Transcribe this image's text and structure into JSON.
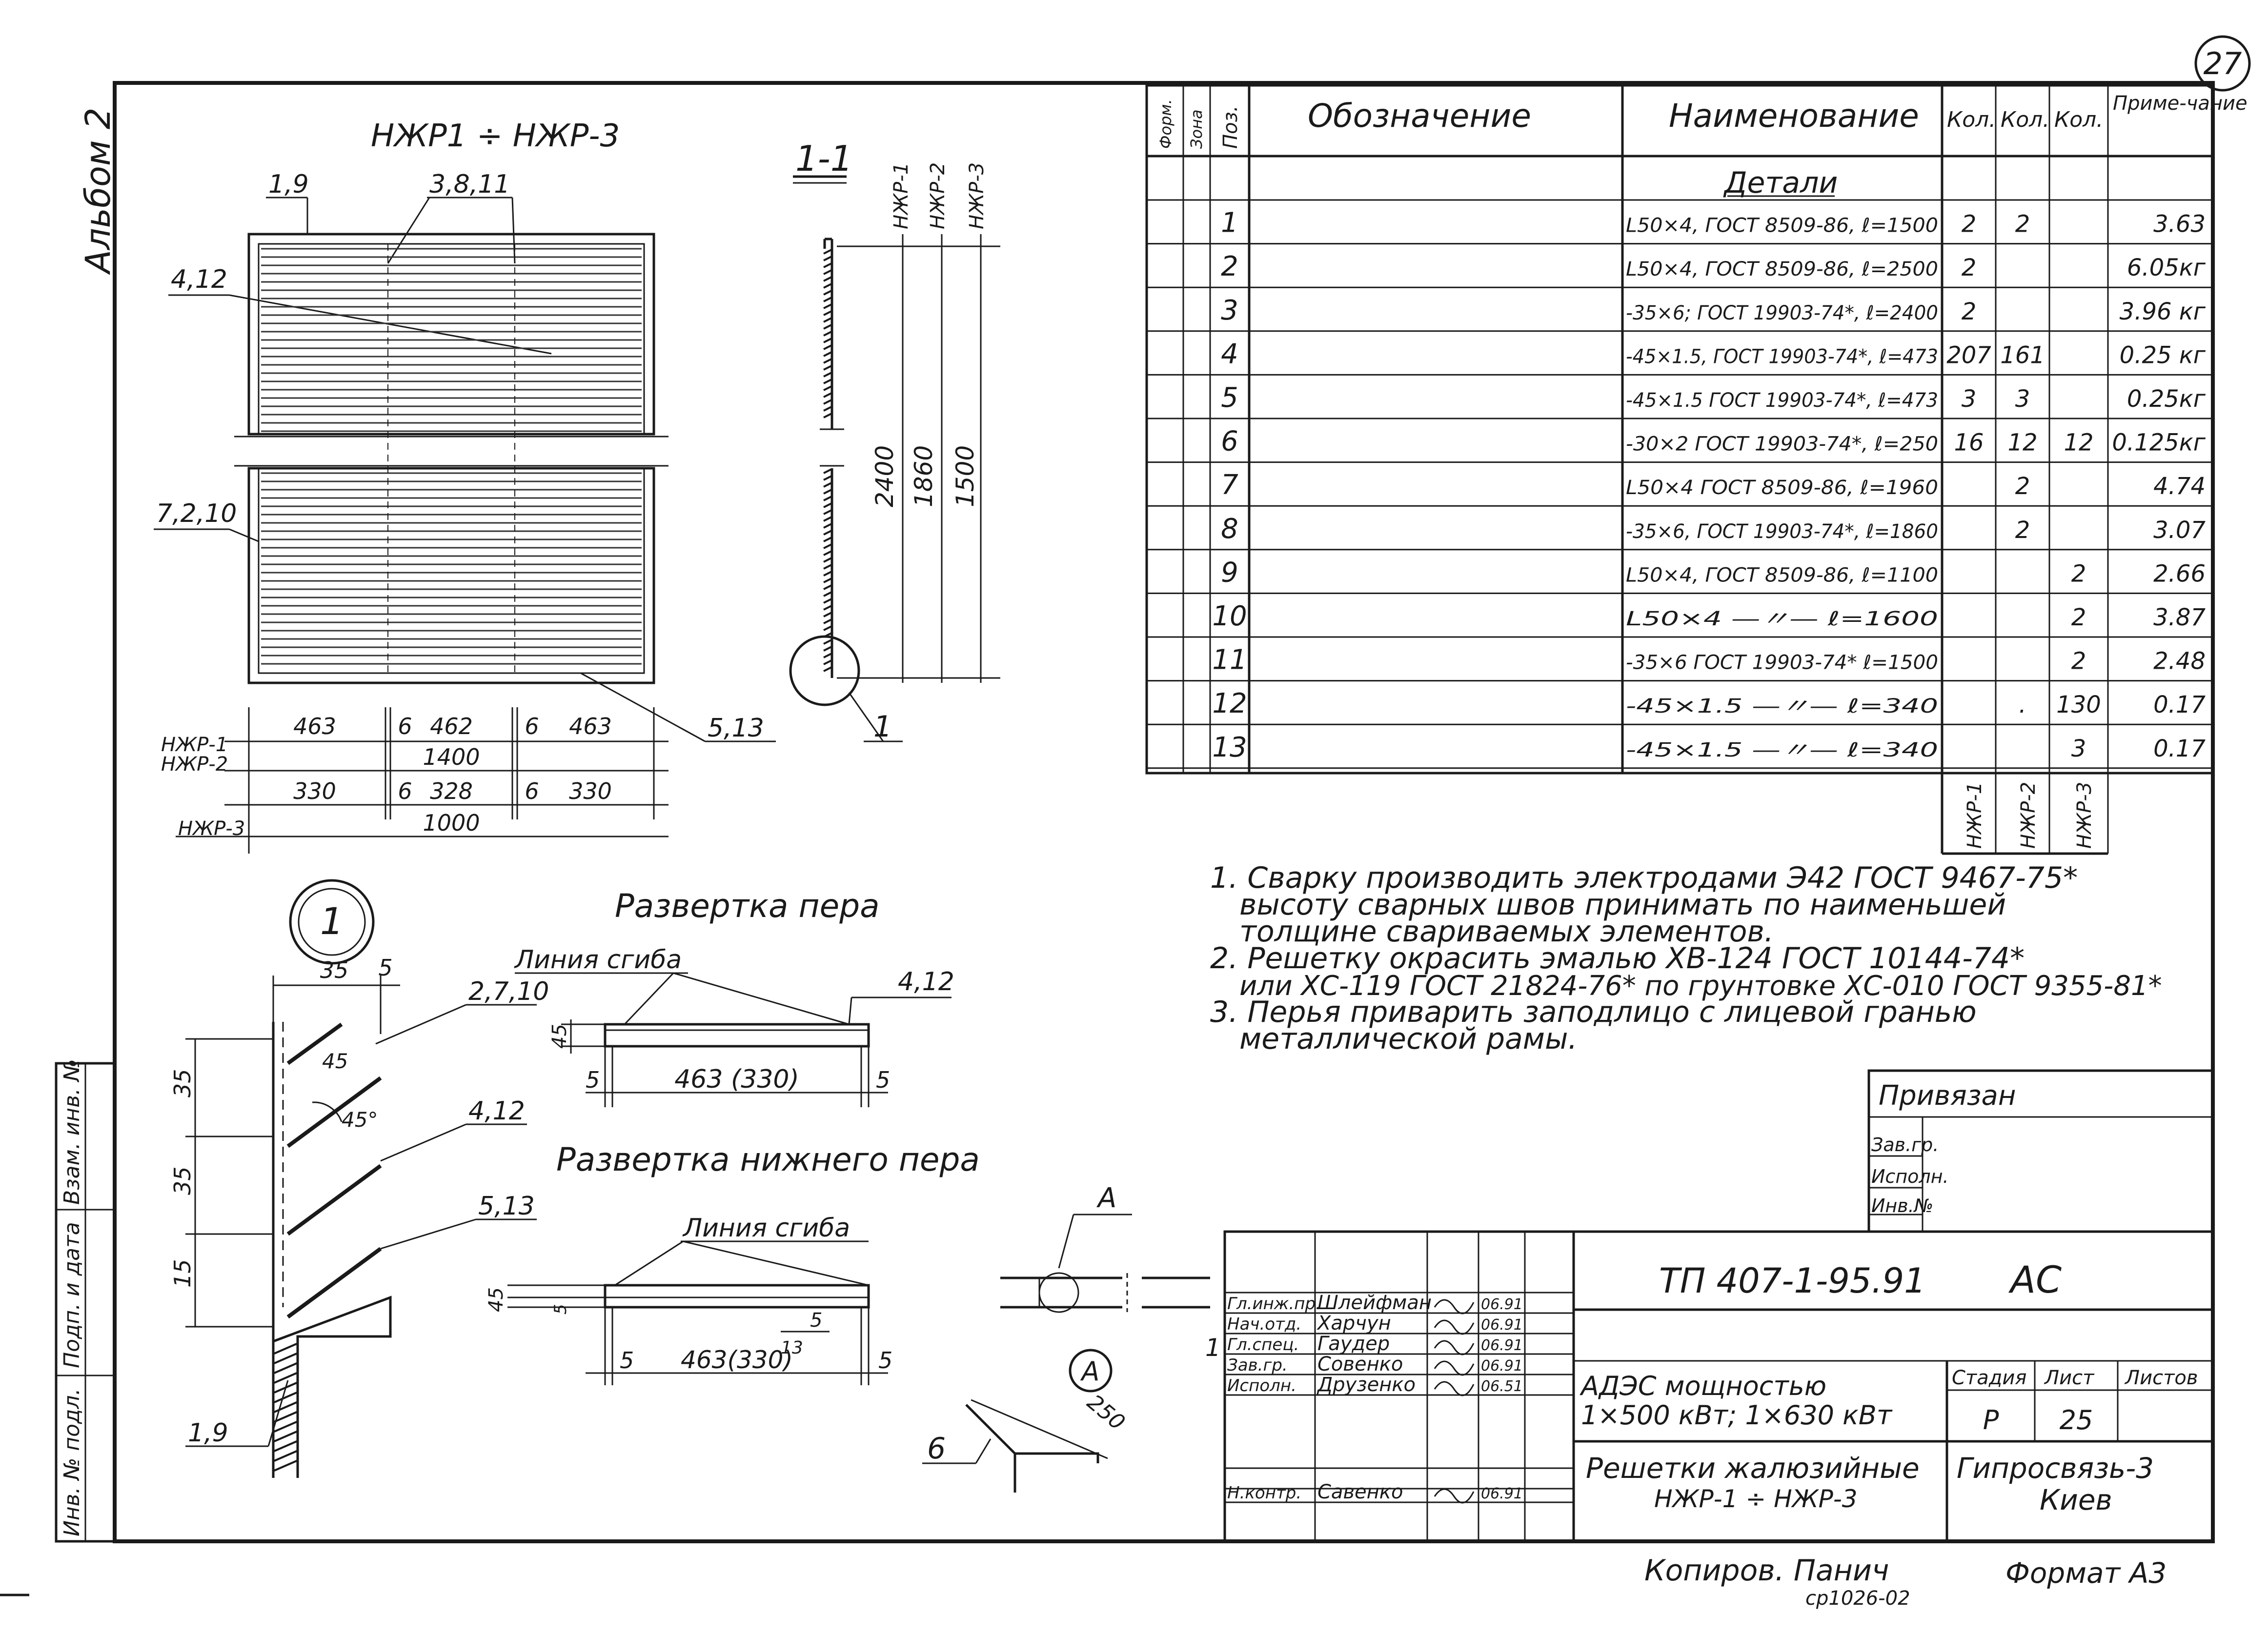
{
  "page_number": "27",
  "album_label": "Альбом 2",
  "side_stamp": [
    "Инв. № подл.",
    "Подп. и дата",
    "Взам. инв. №"
  ],
  "grille": {
    "title": "НЖР1 ÷ НЖР-3",
    "callouts": [
      "1,9",
      "3,8,11",
      "4,12",
      "7,2,10",
      "5,13"
    ],
    "dims_row1": [
      "463",
      "6",
      "462",
      "6",
      "463"
    ],
    "total1": "1400",
    "dims_row2": [
      "330",
      "6",
      "328",
      "6",
      "330"
    ],
    "total2": "1000",
    "row_labels": [
      "НЖР-1",
      "НЖР-2",
      "НЖР-3"
    ]
  },
  "section": {
    "title": "1-1",
    "column_labels": [
      "НЖР-1",
      "НЖР-2",
      "НЖР-3"
    ],
    "heights": [
      "2400",
      "1860",
      "1500"
    ],
    "callout": "1"
  },
  "node": {
    "mark": "1",
    "top_dims": [
      "35",
      "5"
    ],
    "left_dims": [
      "35",
      "35",
      "15"
    ],
    "angles": [
      "45",
      "45°"
    ],
    "callouts": [
      "2,7,10",
      "4,12",
      "5,13",
      "1,9"
    ]
  },
  "feather": {
    "title": "Развертка пера",
    "bend_label": "Линия сгиба",
    "callout": "4,12",
    "height": "45",
    "dims": [
      "5",
      "463 (330)",
      "5"
    ]
  },
  "lower_feather": {
    "title": "Развертка нижнего пера",
    "bend_label": "Линия сгиба",
    "height": "45",
    "small": [
      "5",
      "5",
      "13"
    ],
    "dims": [
      "5",
      "463(330)",
      "5"
    ]
  },
  "detail_a": {
    "mark": "A",
    "circle": "A",
    "dim": "250",
    "callout": "6"
  },
  "spec": {
    "headers": [
      "Форм.",
      "Зона",
      "Поз.",
      "Обозначение",
      "Наименование",
      "Кол.",
      "Кол.",
      "Кол.",
      "Приме-чание"
    ],
    "section_title": "Детали",
    "rows": [
      {
        "pos": "1",
        "name": "L50×4, ГОСТ 8509-86, ℓ=1500",
        "q1": "2",
        "q2": "2",
        "q3": "",
        "note": "3.63"
      },
      {
        "pos": "2",
        "name": "L50×4, ГОСТ 8509-86, ℓ=2500",
        "q1": "2",
        "q2": "",
        "q3": "",
        "note": "6.05кг"
      },
      {
        "pos": "3",
        "name": "-35×6; ГОСТ 19903-74*, ℓ=2400",
        "q1": "2",
        "q2": "",
        "q3": "",
        "note": "3.96 кг"
      },
      {
        "pos": "4",
        "name": "-45×1.5, ГОСТ 19903-74*, ℓ=473",
        "q1": "207",
        "q2": "161",
        "q3": "",
        "note": "0.25 кг"
      },
      {
        "pos": "5",
        "name": "-45×1.5 ГОСТ 19903-74*, ℓ=473",
        "q1": "3",
        "q2": "3",
        "q3": "",
        "note": "0.25кг"
      },
      {
        "pos": "6",
        "name": "-30×2 ГОСТ 19903-74*, ℓ=250",
        "q1": "16",
        "q2": "12",
        "q3": "12",
        "note": "0.125кг"
      },
      {
        "pos": "7",
        "name": "L50×4 ГОСТ 8509-86, ℓ=1960",
        "q1": "",
        "q2": "2",
        "q3": "",
        "note": "4.74"
      },
      {
        "pos": "8",
        "name": "-35×6, ГОСТ 19903-74*, ℓ=1860",
        "q1": "",
        "q2": "2",
        "q3": "",
        "note": "3.07"
      },
      {
        "pos": "9",
        "name": "L50×4, ГОСТ 8509-86, ℓ=1100",
        "q1": "",
        "q2": "",
        "q3": "2",
        "note": "2.66"
      },
      {
        "pos": "10",
        "name": "L50×4 —〃— ℓ=1600",
        "q1": "",
        "q2": "",
        "q3": "2",
        "note": "3.87"
      },
      {
        "pos": "11",
        "name": "-35×6 ГОСТ 19903-74* ℓ=1500",
        "q1": "",
        "q2": "",
        "q3": "2",
        "note": "2.48"
      },
      {
        "pos": "12",
        "name": "-45×1.5 —〃— ℓ=340",
        "q1": "",
        "q2": ".",
        "q3": "130",
        "note": "0.17"
      },
      {
        "pos": "13",
        "name": "-45×1.5 —〃— ℓ=340",
        "q1": "",
        "q2": "",
        "q3": "3",
        "note": "0.17"
      }
    ],
    "footer": [
      "НЖР-1",
      "НЖР-2",
      "НЖР-3"
    ]
  },
  "notes": [
    "1. Сварку производить электродами Э42 ГОСТ 9467-75*",
    "высоту сварных швов принимать по наименьшей",
    "толщине свариваемых элементов.",
    "2. Решетку окрасить эмалью ХВ-124 ГОСТ 10144-74*",
    "или ХС-119 ГОСТ 21824-76* по грунтовке ХС-010 ГОСТ 9355-81*",
    "3. Перья приварить заподлицо с лицевой гранью",
    "металлической рамы."
  ],
  "privyazan": {
    "title": "Привязан",
    "rows": [
      "Зав.гр.",
      "Исполн.",
      "Инв.№"
    ]
  },
  "title_block": {
    "code": "ТП 407-1-95.91",
    "mark": "АС",
    "signers": [
      {
        "role": "Гл.инж.пр.",
        "name": "Шлейфман",
        "date": "06.91"
      },
      {
        "role": "Нач.отд.",
        "name": "Харчун",
        "date": "06.91"
      },
      {
        "role": "Гл.спец.",
        "name": "Гаудер",
        "date": "06.91"
      },
      {
        "role": "Зав.гр.",
        "name": "Совенко",
        "date": "06.91"
      },
      {
        "role": "Исполн.",
        "name": "Друзенко",
        "date": "06.51"
      },
      {
        "role": "Н.контр.",
        "name": "Савенко",
        "date": "06.91"
      }
    ],
    "project": [
      "АДЭС мощностью",
      "1×500 кВт; 1×630 кВт"
    ],
    "stage_headers": [
      "Стадия",
      "Лист",
      "Листов"
    ],
    "stage": "Р",
    "sheet": "25",
    "sheets": "",
    "drawing_title": [
      "Решетки жалюзийные",
      "НЖР-1 ÷ НЖР-3"
    ],
    "org": [
      "Гипросвязь-3",
      "Киев"
    ],
    "mark1": "1"
  },
  "footer": {
    "copied": "Копиров. Панич",
    "format": "Формат А3",
    "code": "ср1026-02"
  }
}
